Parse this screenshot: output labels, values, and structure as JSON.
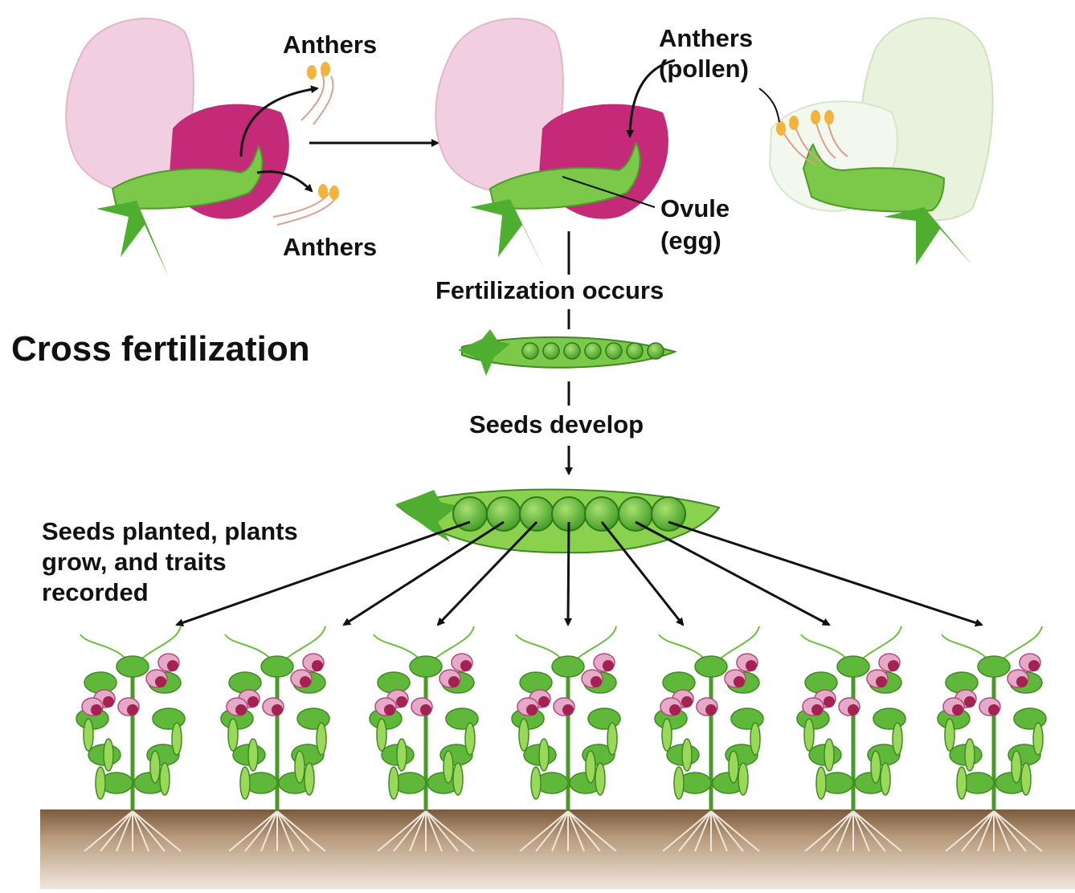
{
  "labels": {
    "anthers_top": "Anthers",
    "anthers_bottom": "Anthers",
    "anthers_pollen_line1": "Anthers",
    "anthers_pollen_line2": "(pollen)",
    "ovule_line1": "Ovule",
    "ovule_line2": "(egg)",
    "fertilization": "Fertilization occurs",
    "title": "Cross fertilization",
    "seeds_develop": "Seeds develop",
    "seeds_planted_line1": "Seeds planted, plants",
    "seeds_planted_line2": "grow, and traits",
    "seeds_planted_line3": "recorded"
  },
  "colors": {
    "white_flower_petal": "#f2cfe0",
    "purple_flower_keel": "#c42a78",
    "green_flower_petal": "#e8f2dc",
    "pod_green": "#6cbf3c",
    "pea_green": "#4ea52a",
    "anther_yellow": "#f2b43c",
    "soil_brown": "#8a6a48",
    "plant_flower_pink": "#e6a9c8"
  },
  "plants_count_shown": 7
}
